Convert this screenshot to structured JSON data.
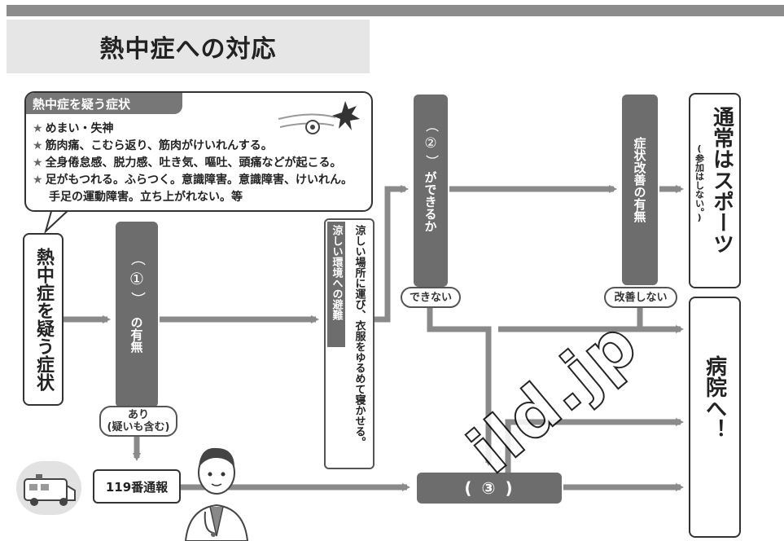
{
  "title": "熱中症への対応",
  "symptoms": {
    "heading": "熱中症を疑う症状",
    "items": [
      "めまい・失神",
      "筋肉痛、こむら返り、筋肉がけいれんする。",
      "全身倦怠感、脱力感、吐き気、嘔吐、頭痛などが起こる。",
      "足がもつれる。ふらつく。意識障害。意識障害、けいれん。"
    ],
    "continuation": "手足の運動障害。立ち上がれない。等"
  },
  "left_label": "熱中症を疑う症状",
  "step1": {
    "num": "①",
    "label": "の有無"
  },
  "step1_yes": "あり\n(疑いも含む)",
  "call_119": "119番通報",
  "cool": {
    "tag": "涼しい環境への避難",
    "text": "涼しい場所に運び、衣服をゆるめて寝かせる。"
  },
  "step2": {
    "num": "②",
    "label": "ができるか"
  },
  "step2_no": "できない",
  "improve": {
    "label": "症状改善の有無"
  },
  "improve_no": "改善しない",
  "result_ok": {
    "main": "通常はスポーツ",
    "sub": "(参加はしない。)"
  },
  "result_hospital": "病院へ！",
  "step3": {
    "num": "③"
  },
  "watermark": "ild.jp",
  "colors": {
    "dark": "#6d6d6d",
    "arrow": "#8a8a8a",
    "bar": "#8c8c8c"
  },
  "icons": [
    "ambulance-icon",
    "doctor-icon",
    "sun-icon",
    "ball-icon"
  ]
}
